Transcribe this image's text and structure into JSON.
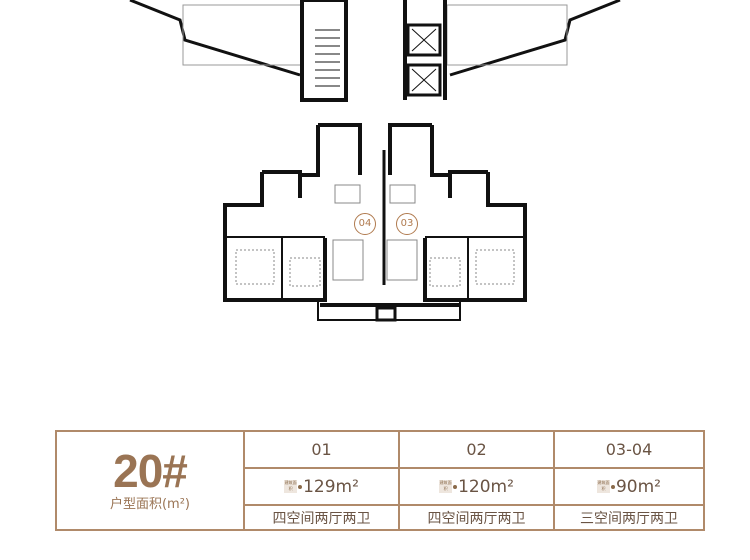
{
  "plan": {
    "units": [
      {
        "label": "04"
      },
      {
        "label": "03"
      }
    ]
  },
  "table": {
    "building": "20#",
    "area_label": "户型面积(m²)",
    "badge_text": "建筑面积",
    "columns": [
      {
        "unit": "01",
        "area": "129",
        "unit_sup": "m²",
        "layout": "四空间两厅两卫"
      },
      {
        "unit": "02",
        "area": "120",
        "unit_sup": "m²",
        "layout": "四空间两厅两卫"
      },
      {
        "unit": "03-04",
        "area": "90",
        "unit_sup": "m²",
        "layout": "三空间两厅两卫"
      }
    ]
  }
}
